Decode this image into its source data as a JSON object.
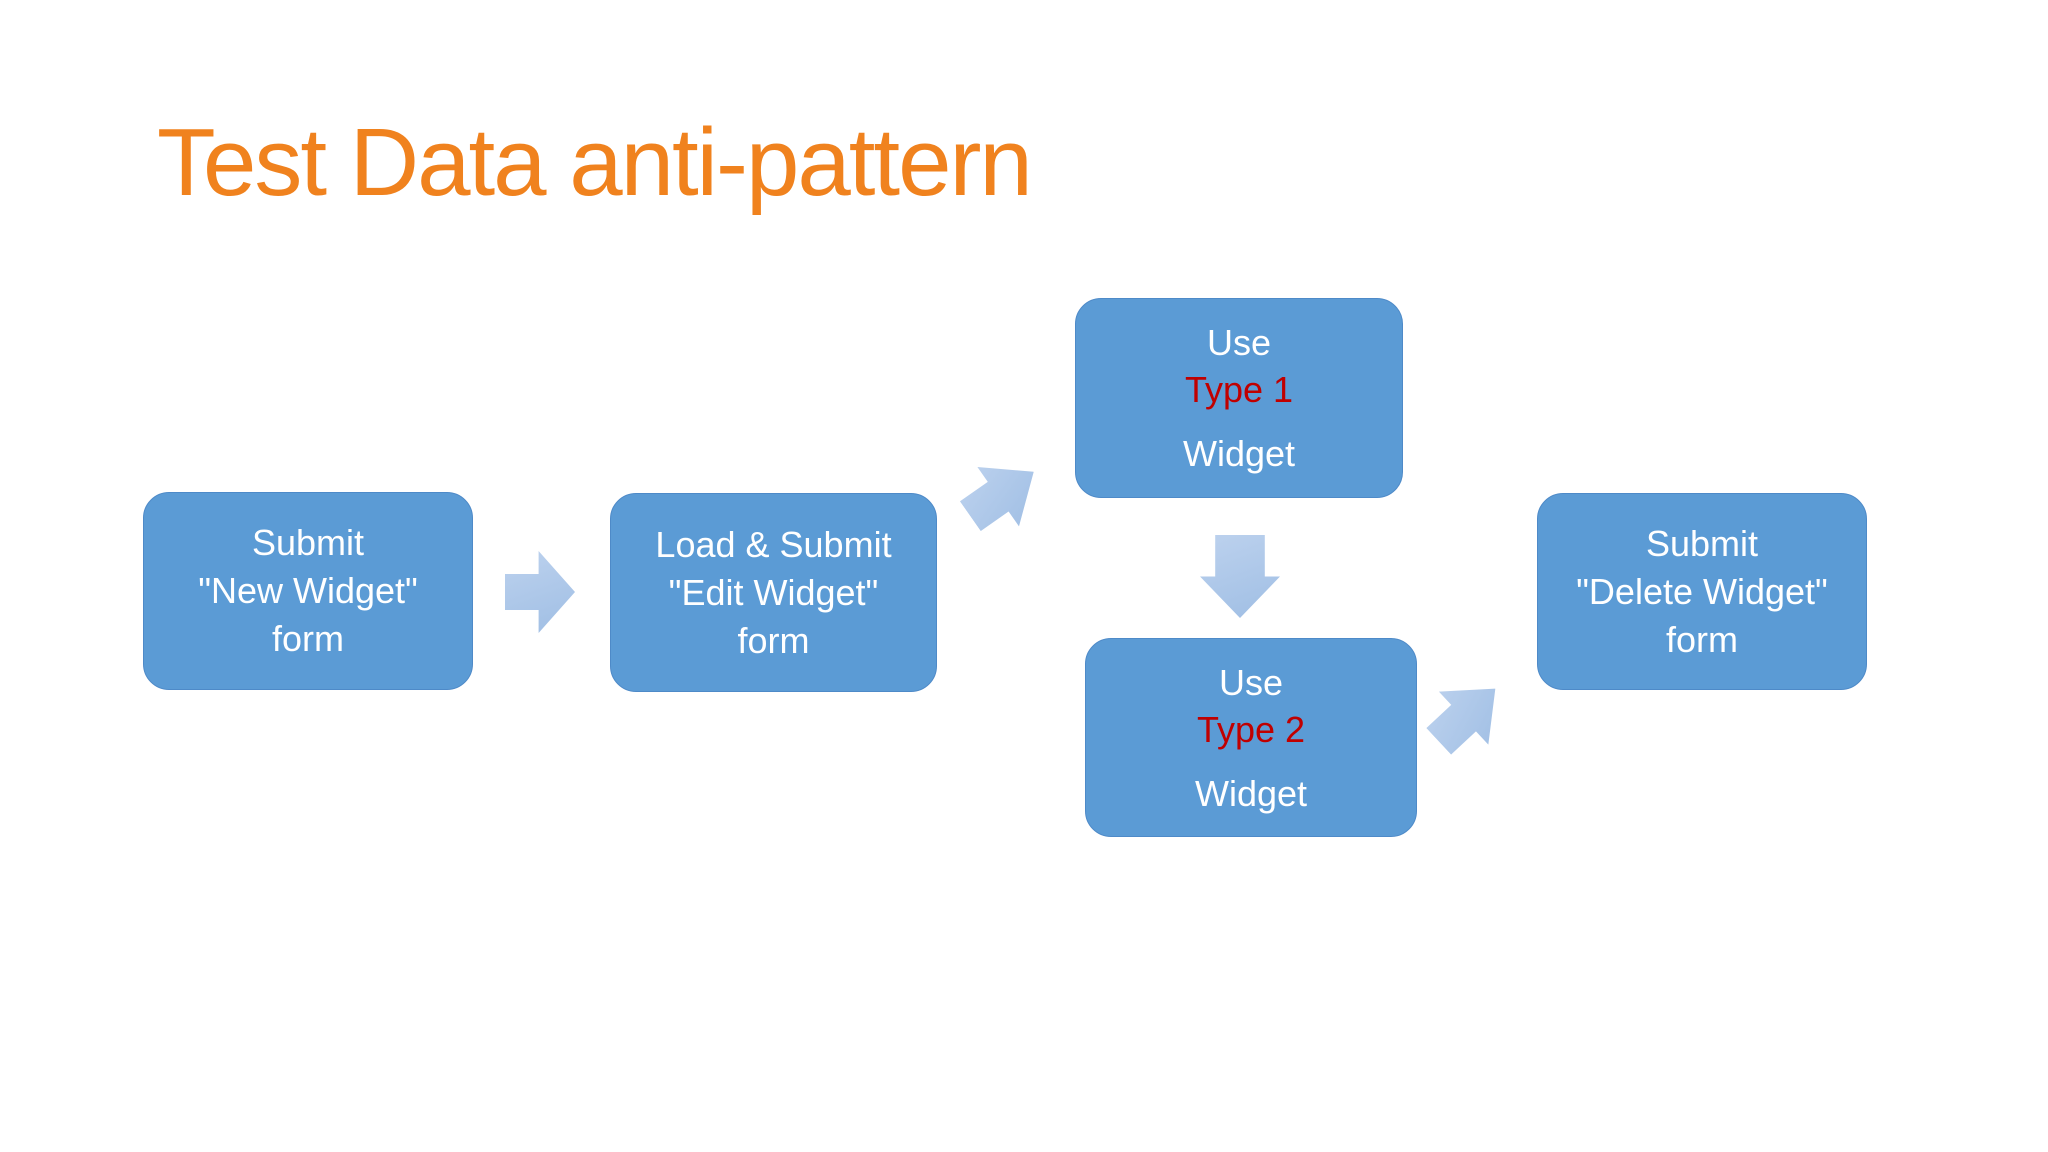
{
  "title": {
    "text": "Test Data anti-pattern"
  },
  "colors": {
    "title_orange": "#F0821E",
    "box_blue": "#5B9BD5",
    "box_border": "#4E8AC8",
    "arrow_blue_light": "#BDD2EE",
    "arrow_blue": "#9FBEE4",
    "text_white": "#FFFFFF",
    "text_red": "#C00000",
    "page_bg": "#FFFFFF"
  },
  "boxes": {
    "new_widget": {
      "line1": "Submit",
      "line2": "\"New Widget\"",
      "line3": "form"
    },
    "edit_widget": {
      "line1": "Load & Submit",
      "line2": "\"Edit Widget\"",
      "line3": "form"
    },
    "type1": {
      "line1": "Use",
      "line2": "Type 1",
      "line3": "Widget"
    },
    "type2": {
      "line1": "Use",
      "line2": "Type 2",
      "line3": "Widget"
    },
    "delete_widget": {
      "line1": "Submit",
      "line2": "\"Delete Widget\"",
      "line3": "form"
    }
  },
  "arrows": [
    {
      "name": "arrow-new-to-edit",
      "direction": "right"
    },
    {
      "name": "arrow-edit-to-type1",
      "direction": "up-right"
    },
    {
      "name": "arrow-type1-to-type2",
      "direction": "down"
    },
    {
      "name": "arrow-type2-to-delete",
      "direction": "up-right"
    }
  ]
}
